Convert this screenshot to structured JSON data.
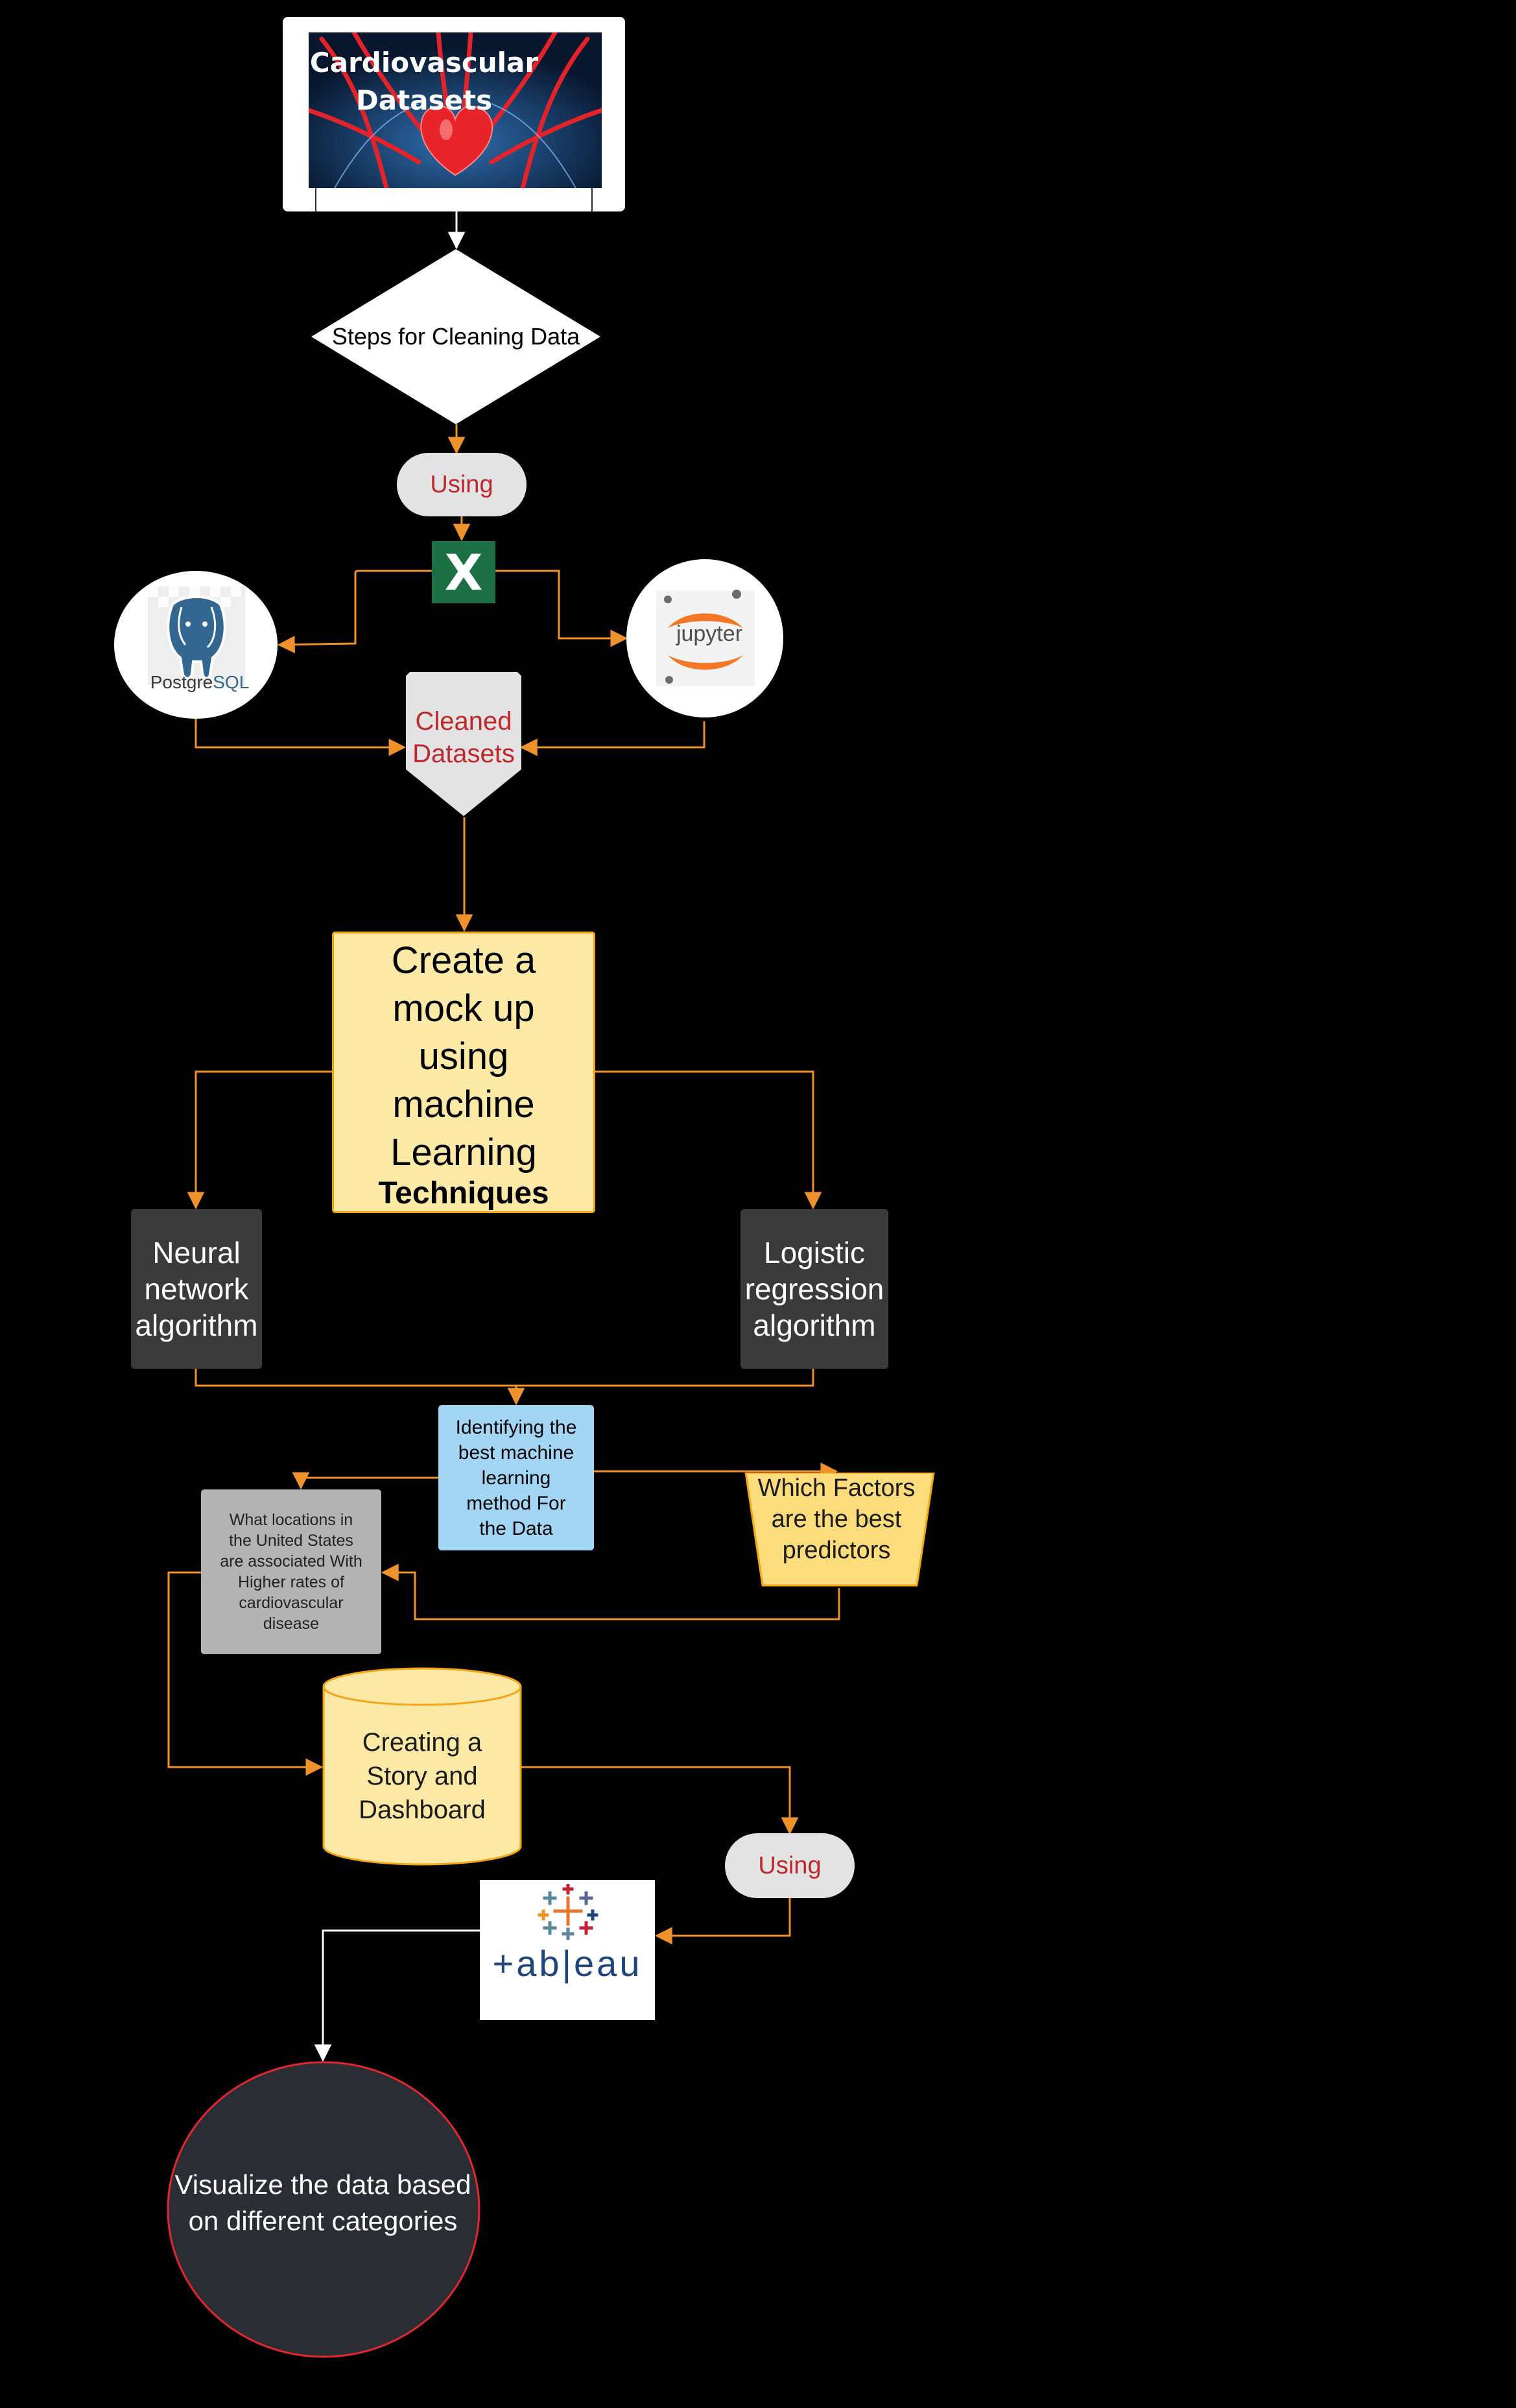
{
  "diagram": {
    "header": {
      "title_line1": "Cardiovascular",
      "title_line2": "Datasets",
      "image": "heart-and-arteries-illustration"
    },
    "nodes": {
      "steps_for_cleaning": "Steps for  Cleaning Data",
      "using_top": "Using",
      "excel_letter": "X",
      "postgres_label_left": "Postgre",
      "postgres_label_right": "SQL",
      "jupyter_label": "jupyter",
      "cleaned_datasets": "Cleaned\nDatasets",
      "mock_up": "Create a\nmock up\nusing\nmachine\nLearning",
      "mock_up_emphasis": "Techniques",
      "neural_network": "Neural\nnetwork\nalgorithm",
      "logistic_regression": "Logistic\nregression\nalgorithm",
      "identifying": "Identifying the\nbest machine\nlearning\nmethod  For\nthe Data",
      "what_locations": "What locations in\nthe United States\nare associated With\nHigher rates of\ncardiovascular\ndisease",
      "which_factors": "Which Factors\nare the best\npredictors",
      "story_dashboard": "Creating a\nStory and\nDashboard",
      "using_bottom": "Using",
      "tableau_label": "+ab|eau",
      "visualize": "Visualize the data based\non different categories"
    },
    "icons": [
      "excel-icon",
      "postgresql-elephant-icon",
      "jupyter-icon",
      "tableau-plus-icon"
    ],
    "colors": {
      "background": "#000000",
      "connector": "#f0922b",
      "connector_white": "#ffffff",
      "pill_text": "#c0272d",
      "mockup_fill": "#fde9a6",
      "mockup_border": "#f2a516",
      "dark_box": "#3a3a3a",
      "blue_box": "#a3d6f5",
      "gray_box": "#b3b3b3",
      "trapezoid_fill": "#fddc7c",
      "cylinder_fill": "#fde9a6",
      "final_circle_fill": "#2a2d33",
      "final_circle_border": "#e0282e",
      "excel_green": "#1d7044",
      "jupyter_orange": "#f37726",
      "postgres_blue": "#336791"
    }
  }
}
